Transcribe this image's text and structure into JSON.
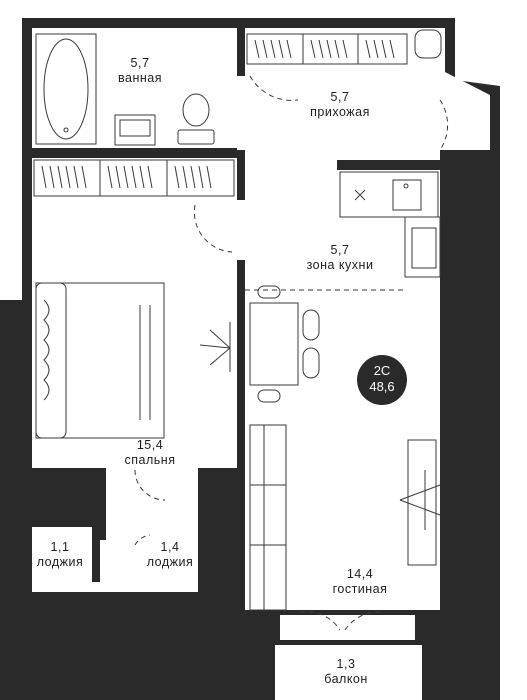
{
  "rooms": {
    "bathroom": {
      "area": "5,7",
      "name": "ванная"
    },
    "hallway": {
      "area": "5,7",
      "name": "прихожая"
    },
    "kitchen": {
      "area": "5,7",
      "name": "зона кухни"
    },
    "bedroom": {
      "area": "15,4",
      "name": "спальня"
    },
    "loggia1": {
      "area": "1,1",
      "name": "лоджия"
    },
    "loggia2": {
      "area": "1,4",
      "name": "лоджия"
    },
    "living": {
      "area": "14,4",
      "name": "гостиная"
    },
    "balcony": {
      "area": "1,3",
      "name": "балкон"
    }
  },
  "badge": {
    "type": "2С",
    "total_area": "48,6"
  },
  "colors": {
    "wall": "#2b2a2b",
    "background": "#ffffff",
    "line": "#3a3a3a"
  }
}
